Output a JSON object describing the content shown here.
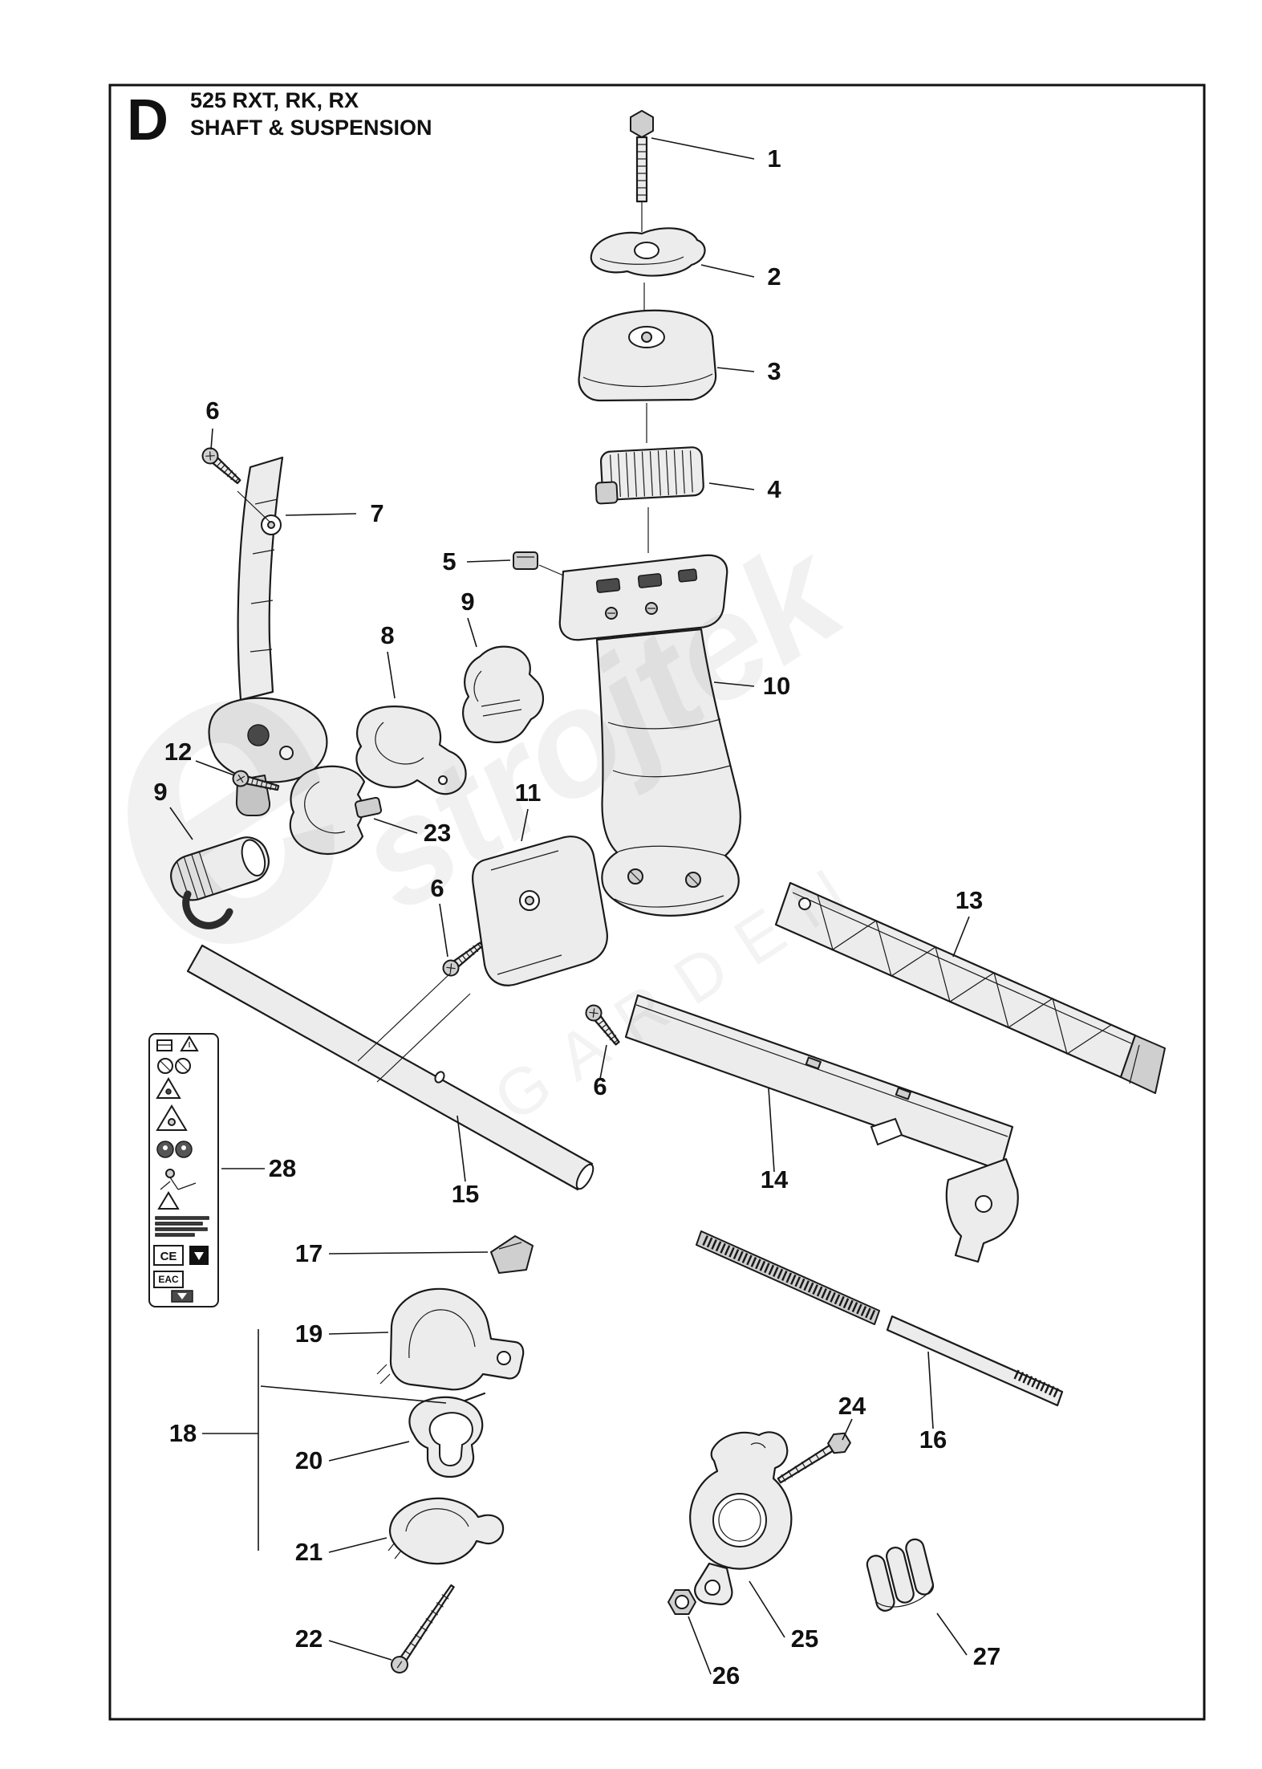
{
  "header": {
    "section_letter": "D",
    "model": "525 RXT, RK, RX",
    "subtitle": "SHAFT &amp; SUSPENSION"
  },
  "watermark": {
    "glyph": "e",
    "brand": "strojtek",
    "sub": "GARDEN"
  },
  "label": {
    "ce": "CE",
    "eac": "EAC"
  },
  "callouts": [
    {
      "label": "1"
    },
    {
      "label": "2"
    },
    {
      "label": "3"
    },
    {
      "label": "4"
    },
    {
      "label": "5"
    },
    {
      "label": "6"
    },
    {
      "label": "7"
    },
    {
      "label": "8"
    },
    {
      "label": "9"
    },
    {
      "label": "10"
    },
    {
      "label": "11"
    },
    {
      "label": "12"
    },
    {
      "label": "9"
    },
    {
      "label": "23"
    },
    {
      "label": "6"
    },
    {
      "label": "13"
    },
    {
      "label": "6"
    },
    {
      "label": "14"
    },
    {
      "label": "15"
    },
    {
      "label": "28"
    },
    {
      "label": "17"
    },
    {
      "label": "19"
    },
    {
      "label": "18"
    },
    {
      "label": "20"
    },
    {
      "label": "21"
    },
    {
      "label": "22"
    },
    {
      "label": "24"
    },
    {
      "label": "16"
    },
    {
      "label": "25"
    },
    {
      "label": "26"
    },
    {
      "label": "27"
    }
  ]
}
